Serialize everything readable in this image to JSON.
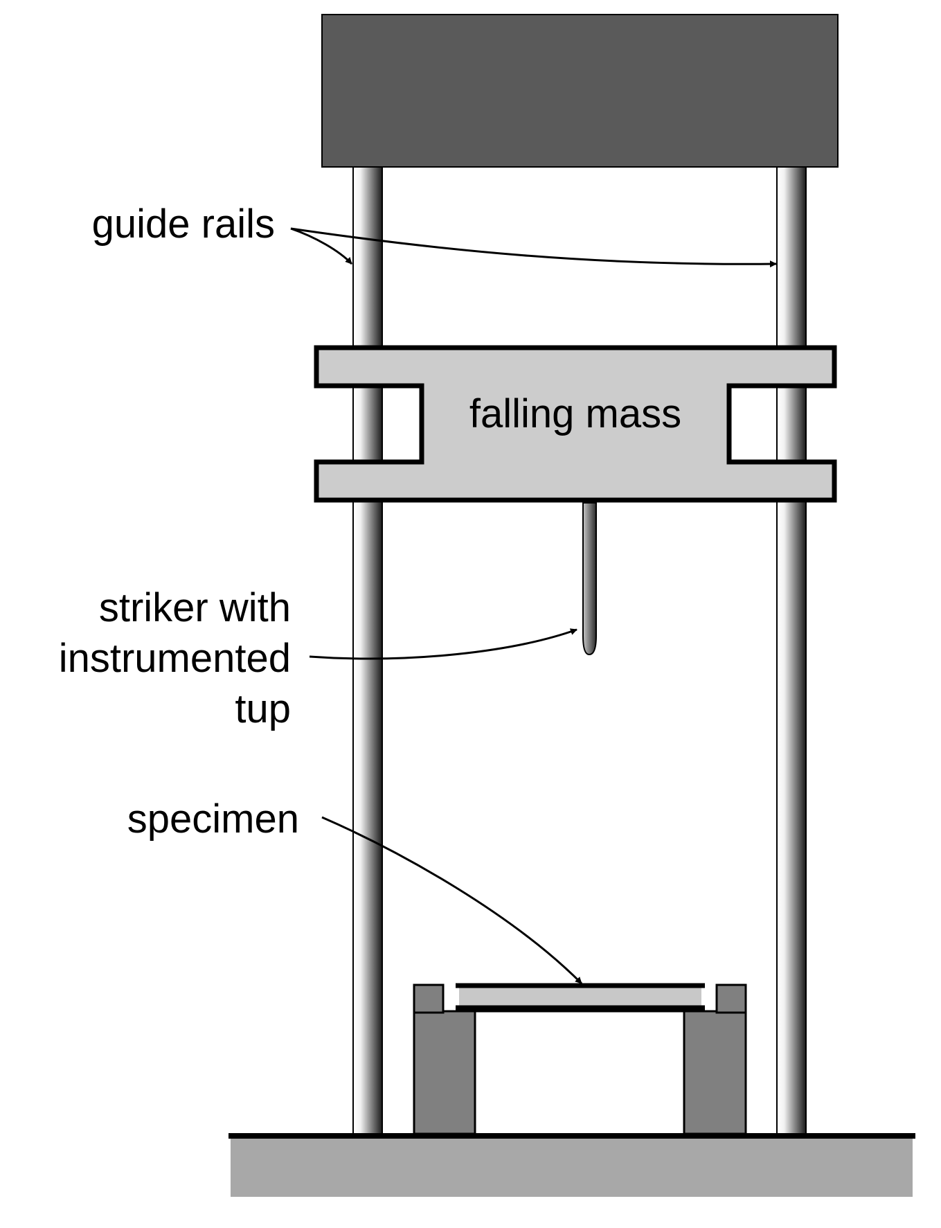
{
  "diagram": {
    "labels": {
      "guide_rails": "guide rails",
      "falling_mass": "falling mass",
      "striker_line1": "striker with",
      "striker_line2": "instrumented",
      "striker_line3": "tup",
      "specimen": "specimen"
    },
    "colors": {
      "top_block": "#5a5a5a",
      "falling_mass_fill": "#cccccc",
      "support_blocks": "#808080",
      "base_plate": "#a8a8a8",
      "specimen_fill": "#c8c8c8",
      "outline": "#000000"
    }
  }
}
